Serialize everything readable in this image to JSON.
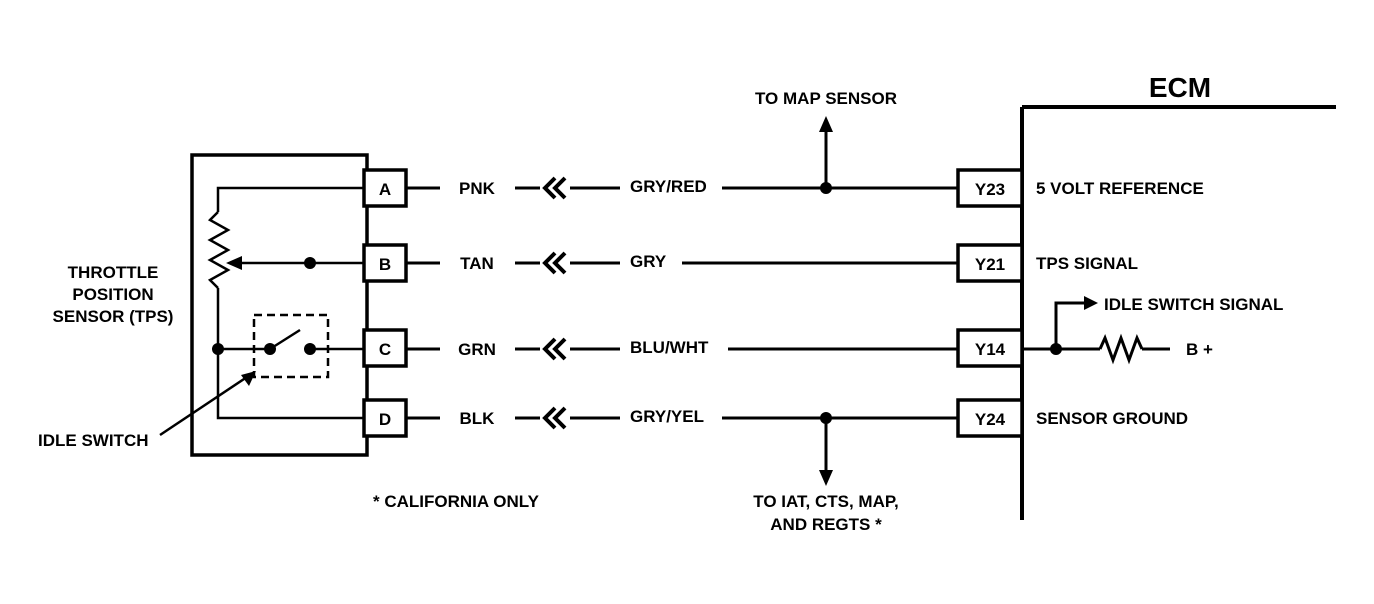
{
  "ecm_title": "ECM",
  "tps_label": [
    "THROTTLE",
    "POSITION",
    "SENSOR (TPS)"
  ],
  "idle_switch_label": "IDLE SWITCH",
  "footnote": "* CALIFORNIA ONLY",
  "to_map_sensor": "TO MAP SENSOR",
  "to_iat": [
    "TO IAT, CTS, MAP,",
    "AND REGTS *"
  ],
  "idle_switch_signal": "IDLE SWITCH SIGNAL",
  "b_plus": "B +",
  "circuits": [
    {
      "pin": "A",
      "tps_wire": "PNK",
      "harness_wire": "GRY/RED",
      "ecm_pin": "Y23",
      "ecm_label": "5 VOLT REFERENCE"
    },
    {
      "pin": "B",
      "tps_wire": "TAN",
      "harness_wire": "GRY",
      "ecm_pin": "Y21",
      "ecm_label": "TPS SIGNAL"
    },
    {
      "pin": "C",
      "tps_wire": "GRN",
      "harness_wire": "BLU/WHT",
      "ecm_pin": "Y14",
      "ecm_label": ""
    },
    {
      "pin": "D",
      "tps_wire": "BLK",
      "harness_wire": "GRY/YEL",
      "ecm_pin": "Y24",
      "ecm_label": "SENSOR GROUND"
    }
  ]
}
